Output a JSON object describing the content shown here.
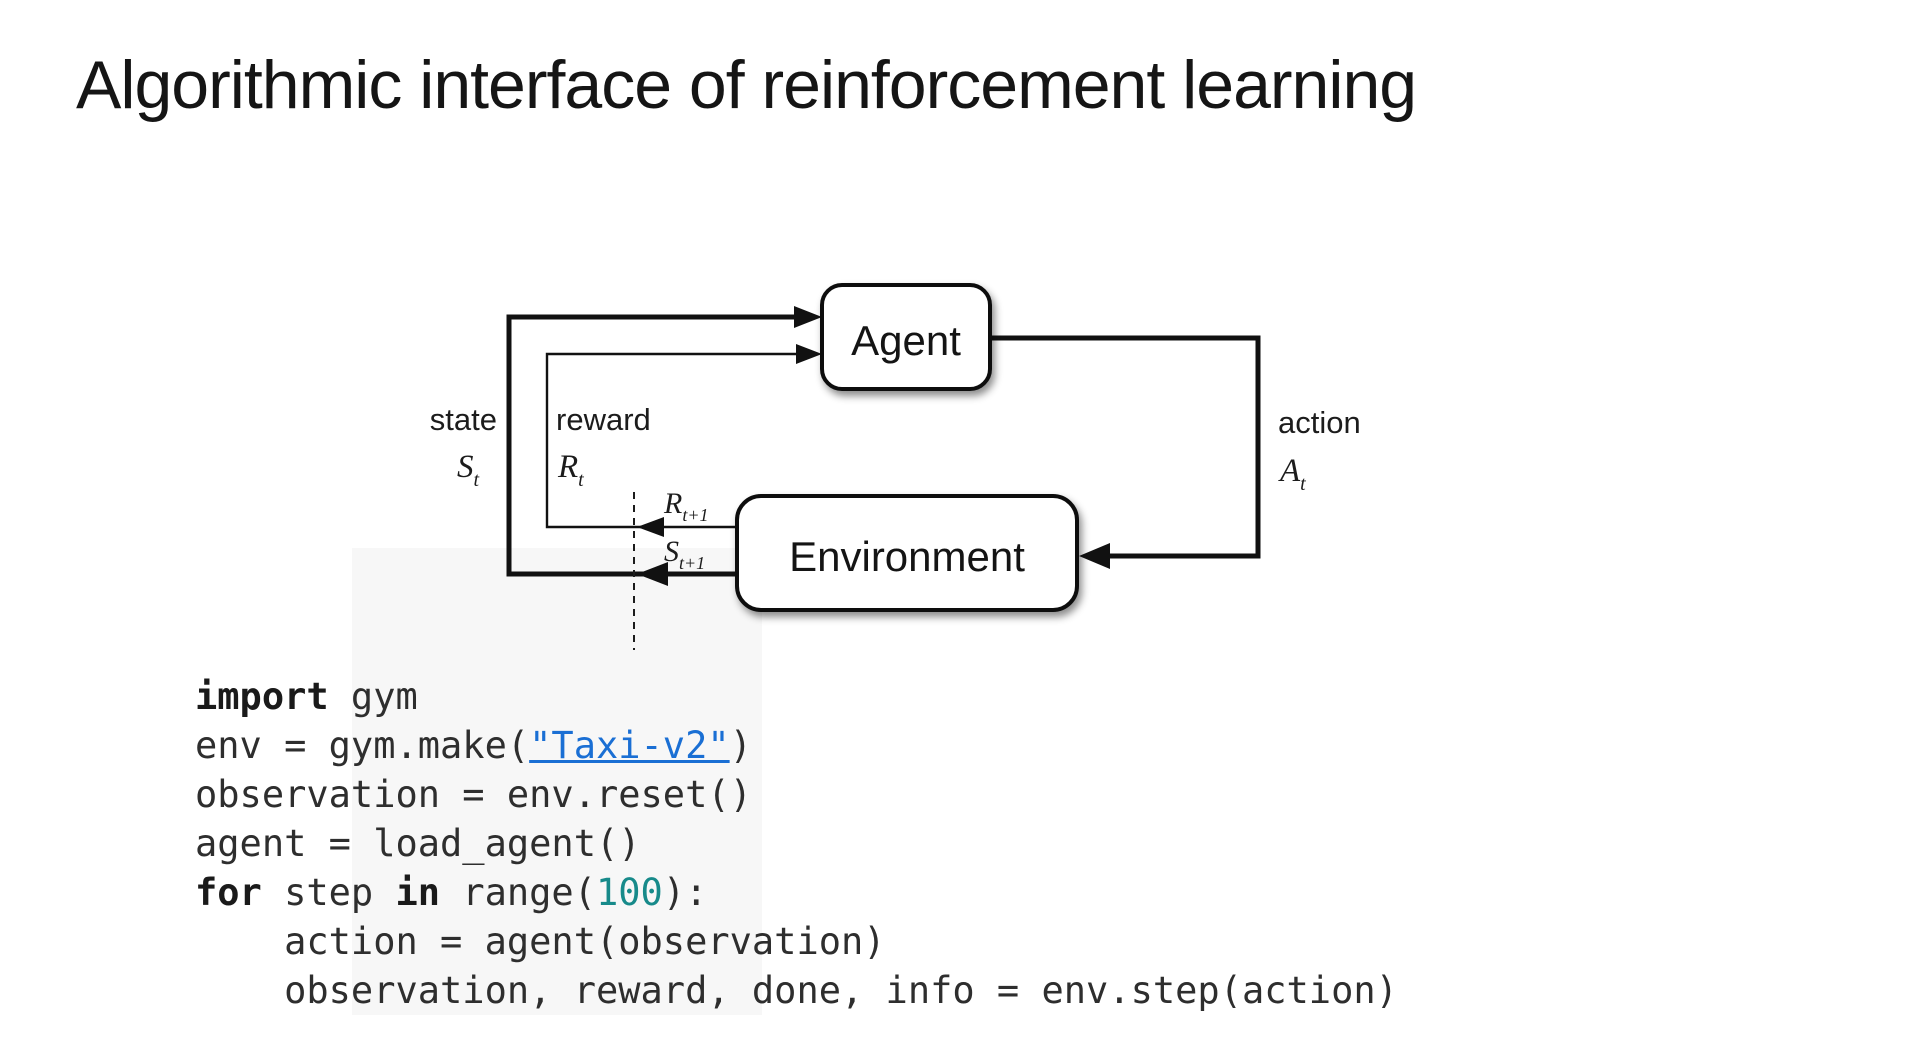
{
  "slide": {
    "title": "Algorithmic interface of reinforcement learning",
    "background_color": "#ffffff"
  },
  "diagram": {
    "agent": "Agent",
    "environment": "Environment",
    "state_label": "state",
    "state_base": "S",
    "state_sub": "t",
    "reward_label": "reward",
    "reward_base": "R",
    "reward_sub": "t",
    "action_label": "action",
    "action_base": "A",
    "action_sub": "t",
    "next_reward_base": "R",
    "next_reward_sub": "t+1",
    "next_state_base": "S",
    "next_state_sub": "t+1",
    "stroke_color": "#111111",
    "box_fill": "#ffffff"
  },
  "code": {
    "text_color": "#2e2e2e",
    "keyword_color": "#1a1a1a",
    "link_color": "#1a6fd4",
    "number_color": "#178a8a",
    "lines": [
      [
        {
          "t": "import",
          "c": "kw"
        },
        {
          "t": " gym",
          "c": ""
        }
      ],
      [
        {
          "t": "env = gym.make(",
          "c": ""
        },
        {
          "t": "\"Taxi-v2\"",
          "c": "link"
        },
        {
          "t": ")",
          "c": ""
        }
      ],
      [
        {
          "t": "observation = env.reset()",
          "c": ""
        }
      ],
      [
        {
          "t": "agent = load_agent()",
          "c": ""
        }
      ],
      [
        {
          "t": "for",
          "c": "kw"
        },
        {
          "t": " step ",
          "c": ""
        },
        {
          "t": "in",
          "c": "kw"
        },
        {
          "t": " range(",
          "c": ""
        },
        {
          "t": "100",
          "c": "num"
        },
        {
          "t": "):",
          "c": ""
        }
      ],
      [
        {
          "t": "    action = agent(observation)",
          "c": ""
        }
      ],
      [
        {
          "t": "    observation, reward, done, info = env.step(action)",
          "c": ""
        }
      ]
    ]
  }
}
